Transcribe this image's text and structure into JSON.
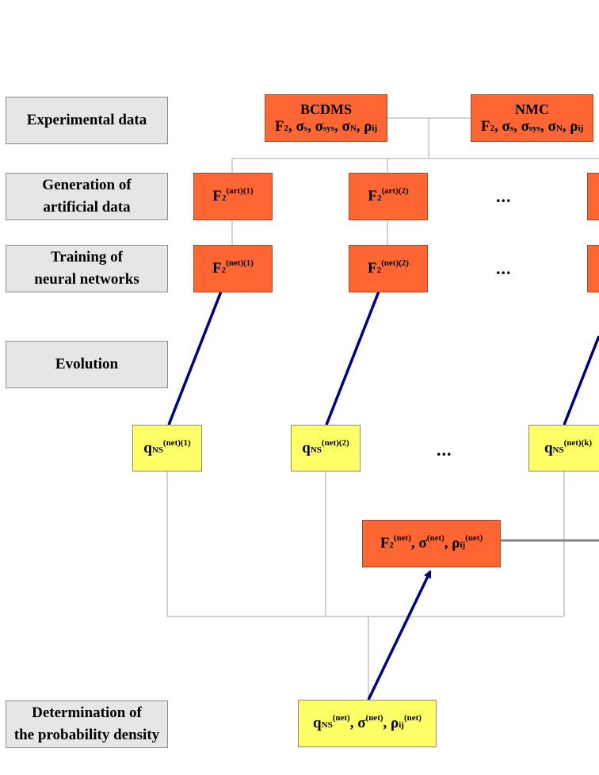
{
  "labels": {
    "experimental": "Experimental data",
    "generation_1": "Generation of",
    "generation_2": "artificial data",
    "training_1": "Training of",
    "training_2": "neural networks",
    "evolution": "Evolution",
    "determination_1": "Determination of",
    "determination_2": "the probability density"
  },
  "sources": {
    "bcdms": "BCDMS",
    "nmc": "NMC"
  },
  "symbols": {
    "F": "F",
    "two": "2",
    "comma": ", ",
    "sigma": "σ",
    "rho": "ρ",
    "s": "s",
    "sys": "sys",
    "N": "N",
    "ij": "ij",
    "q": "q",
    "NS": "NS",
    "net": "(net)"
  },
  "replicas": {
    "art": [
      "(art)(1)",
      "(art)(2)"
    ],
    "net": [
      "(net)(1)",
      "(net)(2)"
    ],
    "q": [
      "(net)(1)",
      "(net)(2)",
      "(net)(k)"
    ]
  },
  "ellipsis": "...",
  "colors": {
    "label_bg": "#e6e6e6",
    "orange": "#ff6633",
    "yellow": "#ffff66",
    "arrow": "#000080",
    "connector": "#a6a6a6"
  }
}
